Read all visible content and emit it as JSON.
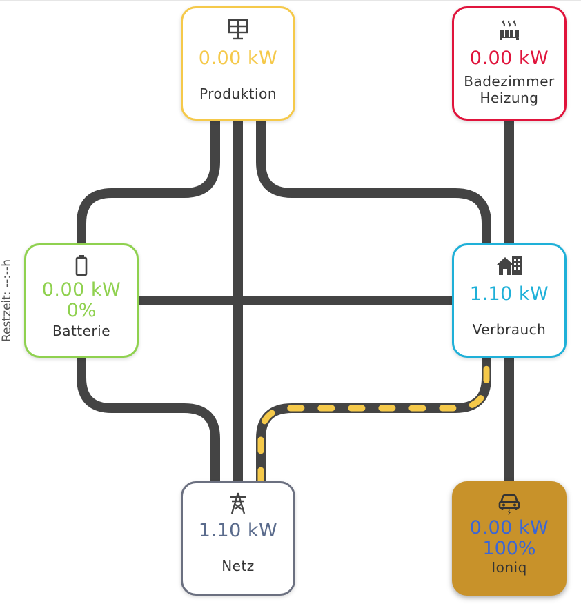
{
  "nodes": {
    "production": {
      "value": "0.00 kW",
      "label": "Produktion",
      "icon": "solar-panel-icon",
      "color": "#f5c94a"
    },
    "heating": {
      "value": "0.00 kW",
      "label": "Badezimmer Heizung",
      "icon": "radiator-icon",
      "color": "#e0143c"
    },
    "battery": {
      "value": "0.00 kW",
      "percent": "0%",
      "label": "Batterie",
      "icon": "battery-icon",
      "color": "#8fd14f"
    },
    "home": {
      "value": "1.10 kW",
      "label": "Verbrauch",
      "icon": "home-icon",
      "color": "#1fb0d8"
    },
    "grid": {
      "value": "1.10 kW",
      "label": "Netz",
      "icon": "transmission-tower-icon",
      "color": "#5a6b8c"
    },
    "car": {
      "value": "0.00 kW",
      "percent": "100%",
      "label": "Ioniq",
      "icon": "car-charging-icon",
      "color": "#c8922a"
    }
  },
  "restzeit": "Restzeit: --:--h",
  "colors": {
    "line": "#444444",
    "active_flow": "#f5c94a"
  }
}
